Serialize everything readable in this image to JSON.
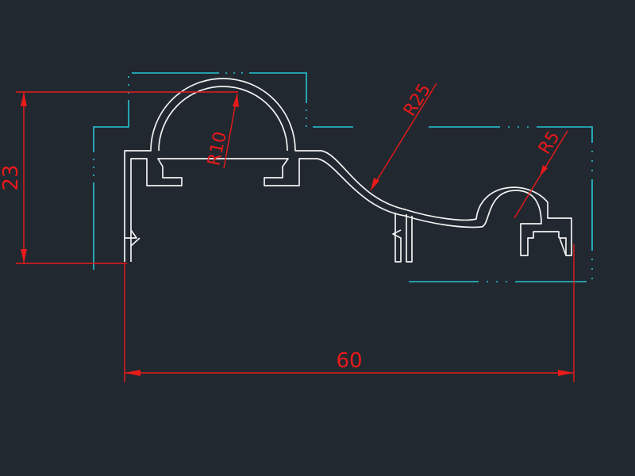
{
  "drawing": {
    "dimensions": {
      "height": "23",
      "width": "60",
      "radius_large": "R25",
      "radius_medium": "R10",
      "radius_small": "R5"
    },
    "colors": {
      "background": "#212830",
      "profile": "#f2f2f2",
      "dimension": "#e81a1a",
      "outline": "#27c4d4"
    }
  }
}
